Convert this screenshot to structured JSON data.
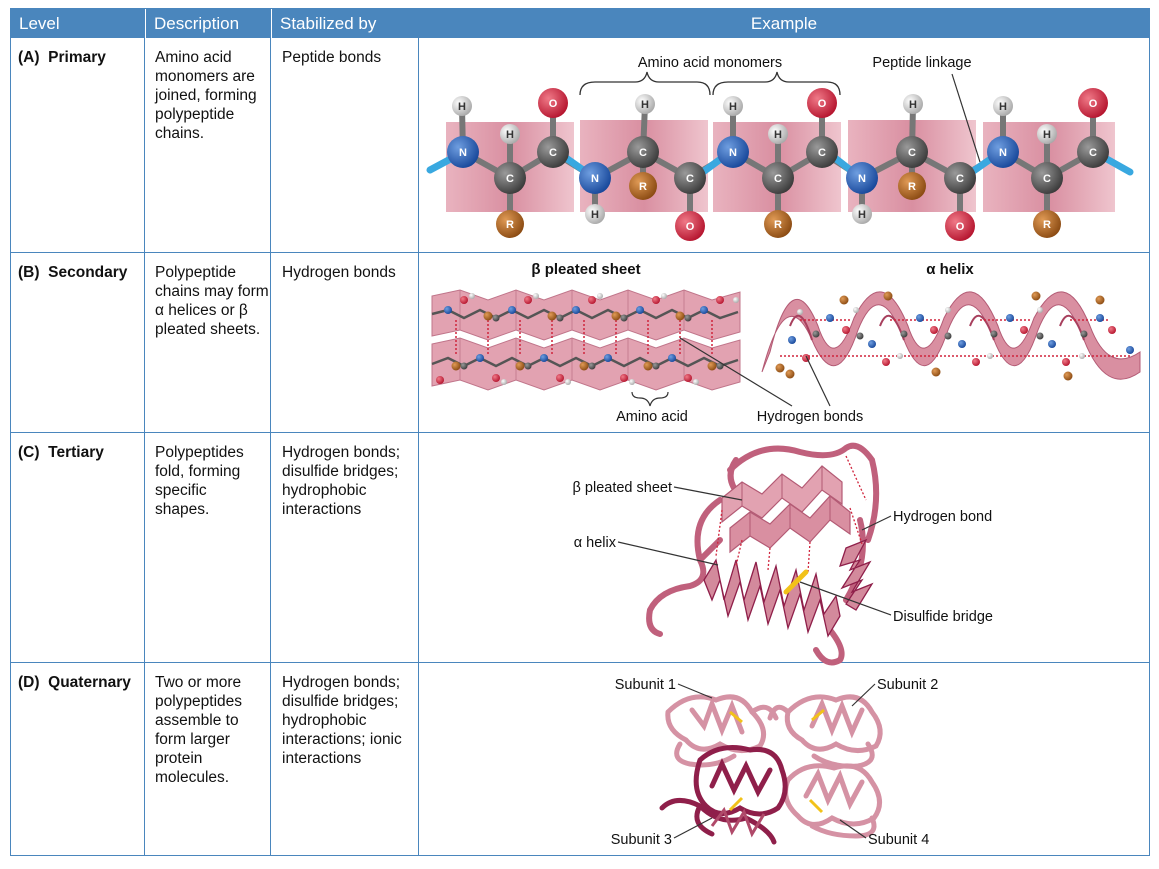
{
  "header": {
    "level": "Level",
    "description": "Description",
    "stabilized_by": "Stabilized by",
    "example": "Example"
  },
  "rows": [
    {
      "level_letter": "(A)",
      "level_name": "Primary",
      "description": "Amino acid monomers are joined, forming polypeptide chains.",
      "stabilized_by": "Peptide bonds",
      "labels": {
        "monomers": "Amino acid monomers",
        "linkage": "Peptide linkage"
      }
    },
    {
      "level_letter": "(B)",
      "level_name": "Secondary",
      "description": "Polypeptide chains may form α helices or β pleated sheets.",
      "stabilized_by": "Hydrogen bonds",
      "labels": {
        "sheet": "β pleated sheet",
        "helix": "α helix",
        "amino_acid": "Amino acid",
        "hbonds": "Hydrogen bonds"
      }
    },
    {
      "level_letter": "(C)",
      "level_name": "Tertiary",
      "description": "Polypeptides fold, forming specific shapes.",
      "stabilized_by": "Hydrogen bonds; disulfide bridges; hydrophobic interactions",
      "labels": {
        "sheet": "β pleated sheet",
        "helix": "α helix",
        "hbond": "Hydrogen bond",
        "disulfide": "Disulfide bridge"
      }
    },
    {
      "level_letter": "(D)",
      "level_name": "Quaternary",
      "description": "Two or more polypeptides assemble to form larger protein molecules.",
      "stabilized_by": "Hydrogen bonds; disulfide bridges; hydrophobic interactions; ionic interactions",
      "labels": {
        "s1": "Subunit 1",
        "s2": "Subunit 2",
        "s3": "Subunit 3",
        "s4": "Subunit 4"
      }
    }
  ],
  "atoms": {
    "n": "N",
    "c": "C",
    "h": "H",
    "o": "O",
    "r": "R"
  },
  "colors": {
    "header_bg": "#4a86bd",
    "ribbon": "#d38a9c",
    "ribbon_dark": "#a8405e",
    "ribbon_deep": "#8f1f4a",
    "nitrogen": "#1e5bb0",
    "carbon": "#5a5a5a",
    "oxygen": "#d0243c",
    "r_group": "#b0641e",
    "hydrogen": "#dcdcdc",
    "disulfide": "#f2c21a"
  }
}
